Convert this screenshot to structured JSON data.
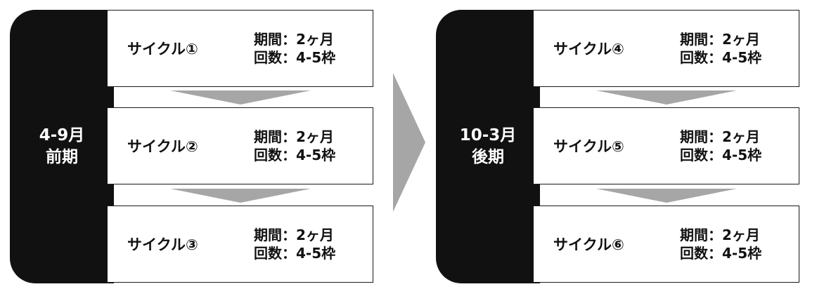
{
  "colors": {
    "tab_background": "#111111",
    "tab_text": "#ffffff",
    "arrow": "#a6a6a6",
    "box_border": "#1a1a1a",
    "box_background": "#ffffff",
    "text": "#111111"
  },
  "periods": [
    {
      "tab_line1": "4-9月",
      "tab_line2": "前期",
      "cycles": [
        {
          "name": "サイクル①",
          "duration": "期間：2ヶ月",
          "count": "回数：4-5枠"
        },
        {
          "name": "サイクル②",
          "duration": "期間：2ヶ月",
          "count": "回数：4-5枠"
        },
        {
          "name": "サイクル③",
          "duration": "期間：2ヶ月",
          "count": "回数：4-5枠"
        }
      ]
    },
    {
      "tab_line1": "10-3月",
      "tab_line2": "後期",
      "cycles": [
        {
          "name": "サイクル④",
          "duration": "期間：2ヶ月",
          "count": "回数：4-5枠"
        },
        {
          "name": "サイクル⑤",
          "duration": "期間：2ヶ月",
          "count": "回数：4-5枠"
        },
        {
          "name": "サイクル⑥",
          "duration": "期間：2ヶ月",
          "count": "回数：4-5枠"
        }
      ]
    }
  ]
}
